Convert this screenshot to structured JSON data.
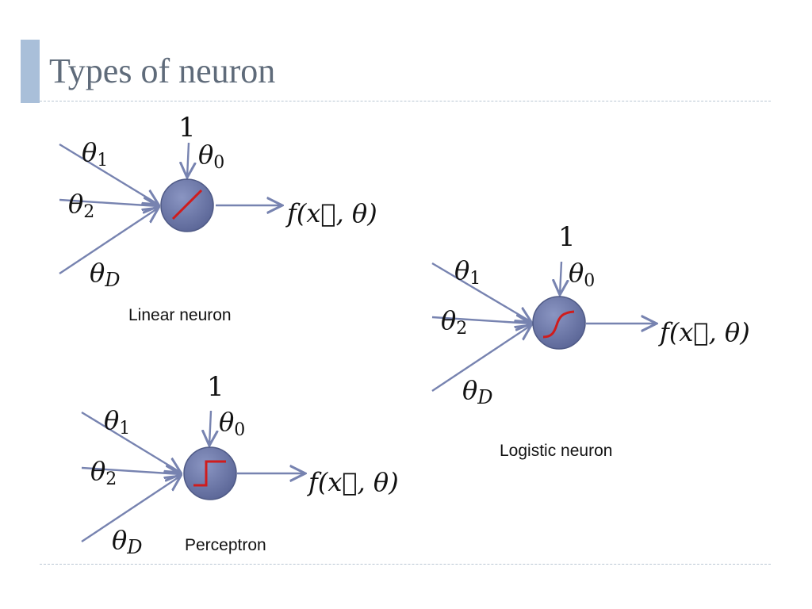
{
  "slide": {
    "title": "Types of neuron"
  },
  "neurons": [
    {
      "caption": "Linear neuron",
      "activation": "linear",
      "bias_input": "1",
      "bias_weight": "θ",
      "bias_weight_sub": "0",
      "weights": [
        {
          "symbol": "θ",
          "sub": "1"
        },
        {
          "symbol": "θ",
          "sub": "2"
        },
        {
          "symbol": "θ",
          "sub": "D"
        }
      ],
      "output": "f(x⃗, θ)"
    },
    {
      "caption": "Logistic neuron",
      "activation": "sigmoid",
      "bias_input": "1",
      "bias_weight": "θ",
      "bias_weight_sub": "0",
      "weights": [
        {
          "symbol": "θ",
          "sub": "1"
        },
        {
          "symbol": "θ",
          "sub": "2"
        },
        {
          "symbol": "θ",
          "sub": "D"
        }
      ],
      "output": "f(x⃗, θ)"
    },
    {
      "caption": "Perceptron",
      "activation": "step",
      "bias_input": "1",
      "bias_weight": "θ",
      "bias_weight_sub": "0",
      "weights": [
        {
          "symbol": "θ",
          "sub": "1"
        },
        {
          "symbol": "θ",
          "sub": "2"
        },
        {
          "symbol": "θ",
          "sub": "D"
        }
      ],
      "output": "f(x⃗, θ)"
    }
  ],
  "colors": {
    "node_fill": "#6b78a8",
    "node_stroke": "#4f5a86",
    "edge": "#7783b0",
    "activation": "#d01c1c",
    "title": "#5f6b7a",
    "accent_bar": "#a9bfd9"
  }
}
